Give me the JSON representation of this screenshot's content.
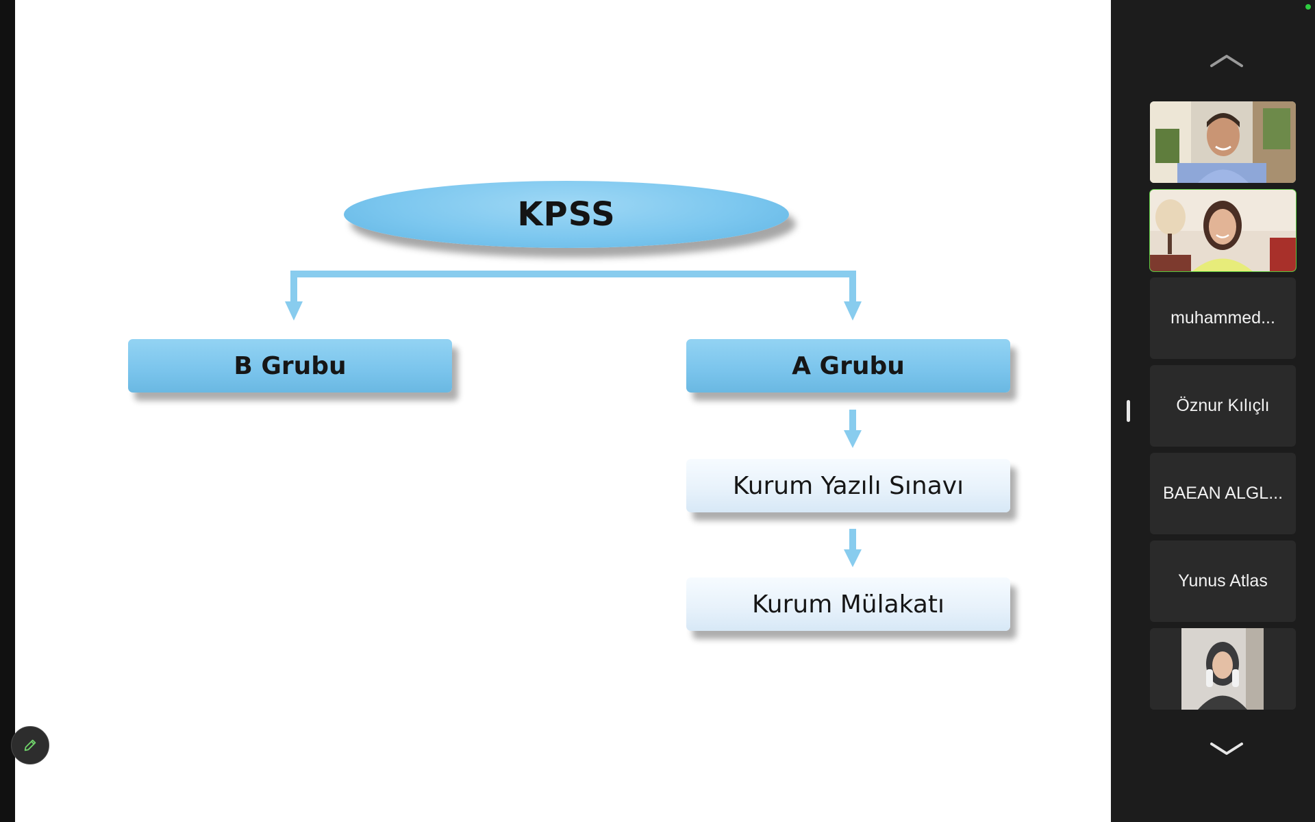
{
  "slide": {
    "root": "KPSS",
    "left_branch": "B Grubu",
    "right_branch": "A Grubu",
    "step_1": "Kurum Yazılı Sınavı",
    "step_2": "Kurum Mülakatı"
  },
  "colors": {
    "node_blue": "#7cc7ef",
    "arrow_blue": "#88ccee",
    "active_speaker": "#59c93f",
    "sidebar_bg": "#1c1c1c",
    "tile_bg": "#2a2a2a"
  },
  "toolbar": {
    "annotate_icon": "pencil-icon"
  },
  "gallery": {
    "scroll_up_icon": "chevron-up-icon",
    "scroll_down_icon": "chevron-down-icon",
    "participants": [
      {
        "name": "",
        "has_video": true,
        "active": false
      },
      {
        "name": "",
        "has_video": true,
        "active": true
      },
      {
        "name": "muhammed...",
        "has_video": false,
        "active": false
      },
      {
        "name": "Öznur Kılıçlı",
        "has_video": false,
        "active": false
      },
      {
        "name": "BAEAN ALGL...",
        "has_video": false,
        "active": false
      },
      {
        "name": "Yunus Atlas",
        "has_video": false,
        "active": false
      },
      {
        "name": "",
        "has_video": true,
        "active": false
      }
    ]
  }
}
